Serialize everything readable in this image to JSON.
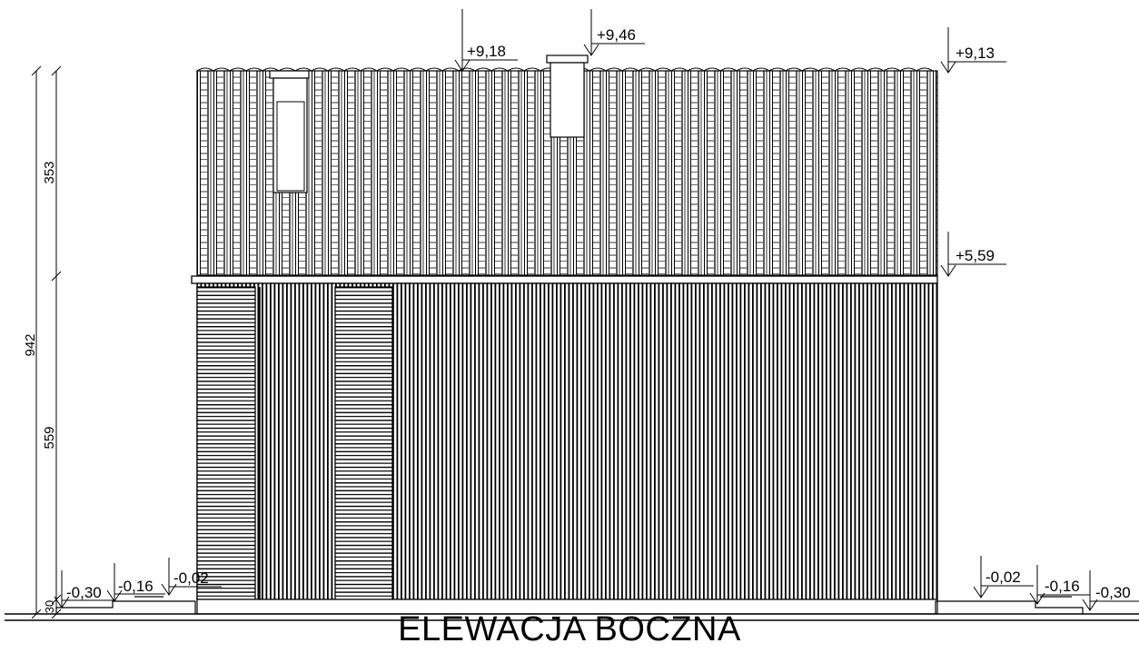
{
  "title": "ELEWACJA BOCZNA",
  "levels": {
    "chimney_left": "+9,18",
    "chimney_right": "+9,46",
    "ridge": "+9,13",
    "eaves": "+5,59",
    "left_ground_outer": "-0,30",
    "left_ground_mid": "-0,16",
    "left_ground_inner": "-0,02",
    "right_ground_inner": "-0,02",
    "right_ground_mid": "-0,16",
    "right_ground_outer": "-0,30"
  },
  "dimensions": {
    "total_height": "942",
    "roof_height": "353",
    "wall_height": "559",
    "plinth_height": "30"
  }
}
